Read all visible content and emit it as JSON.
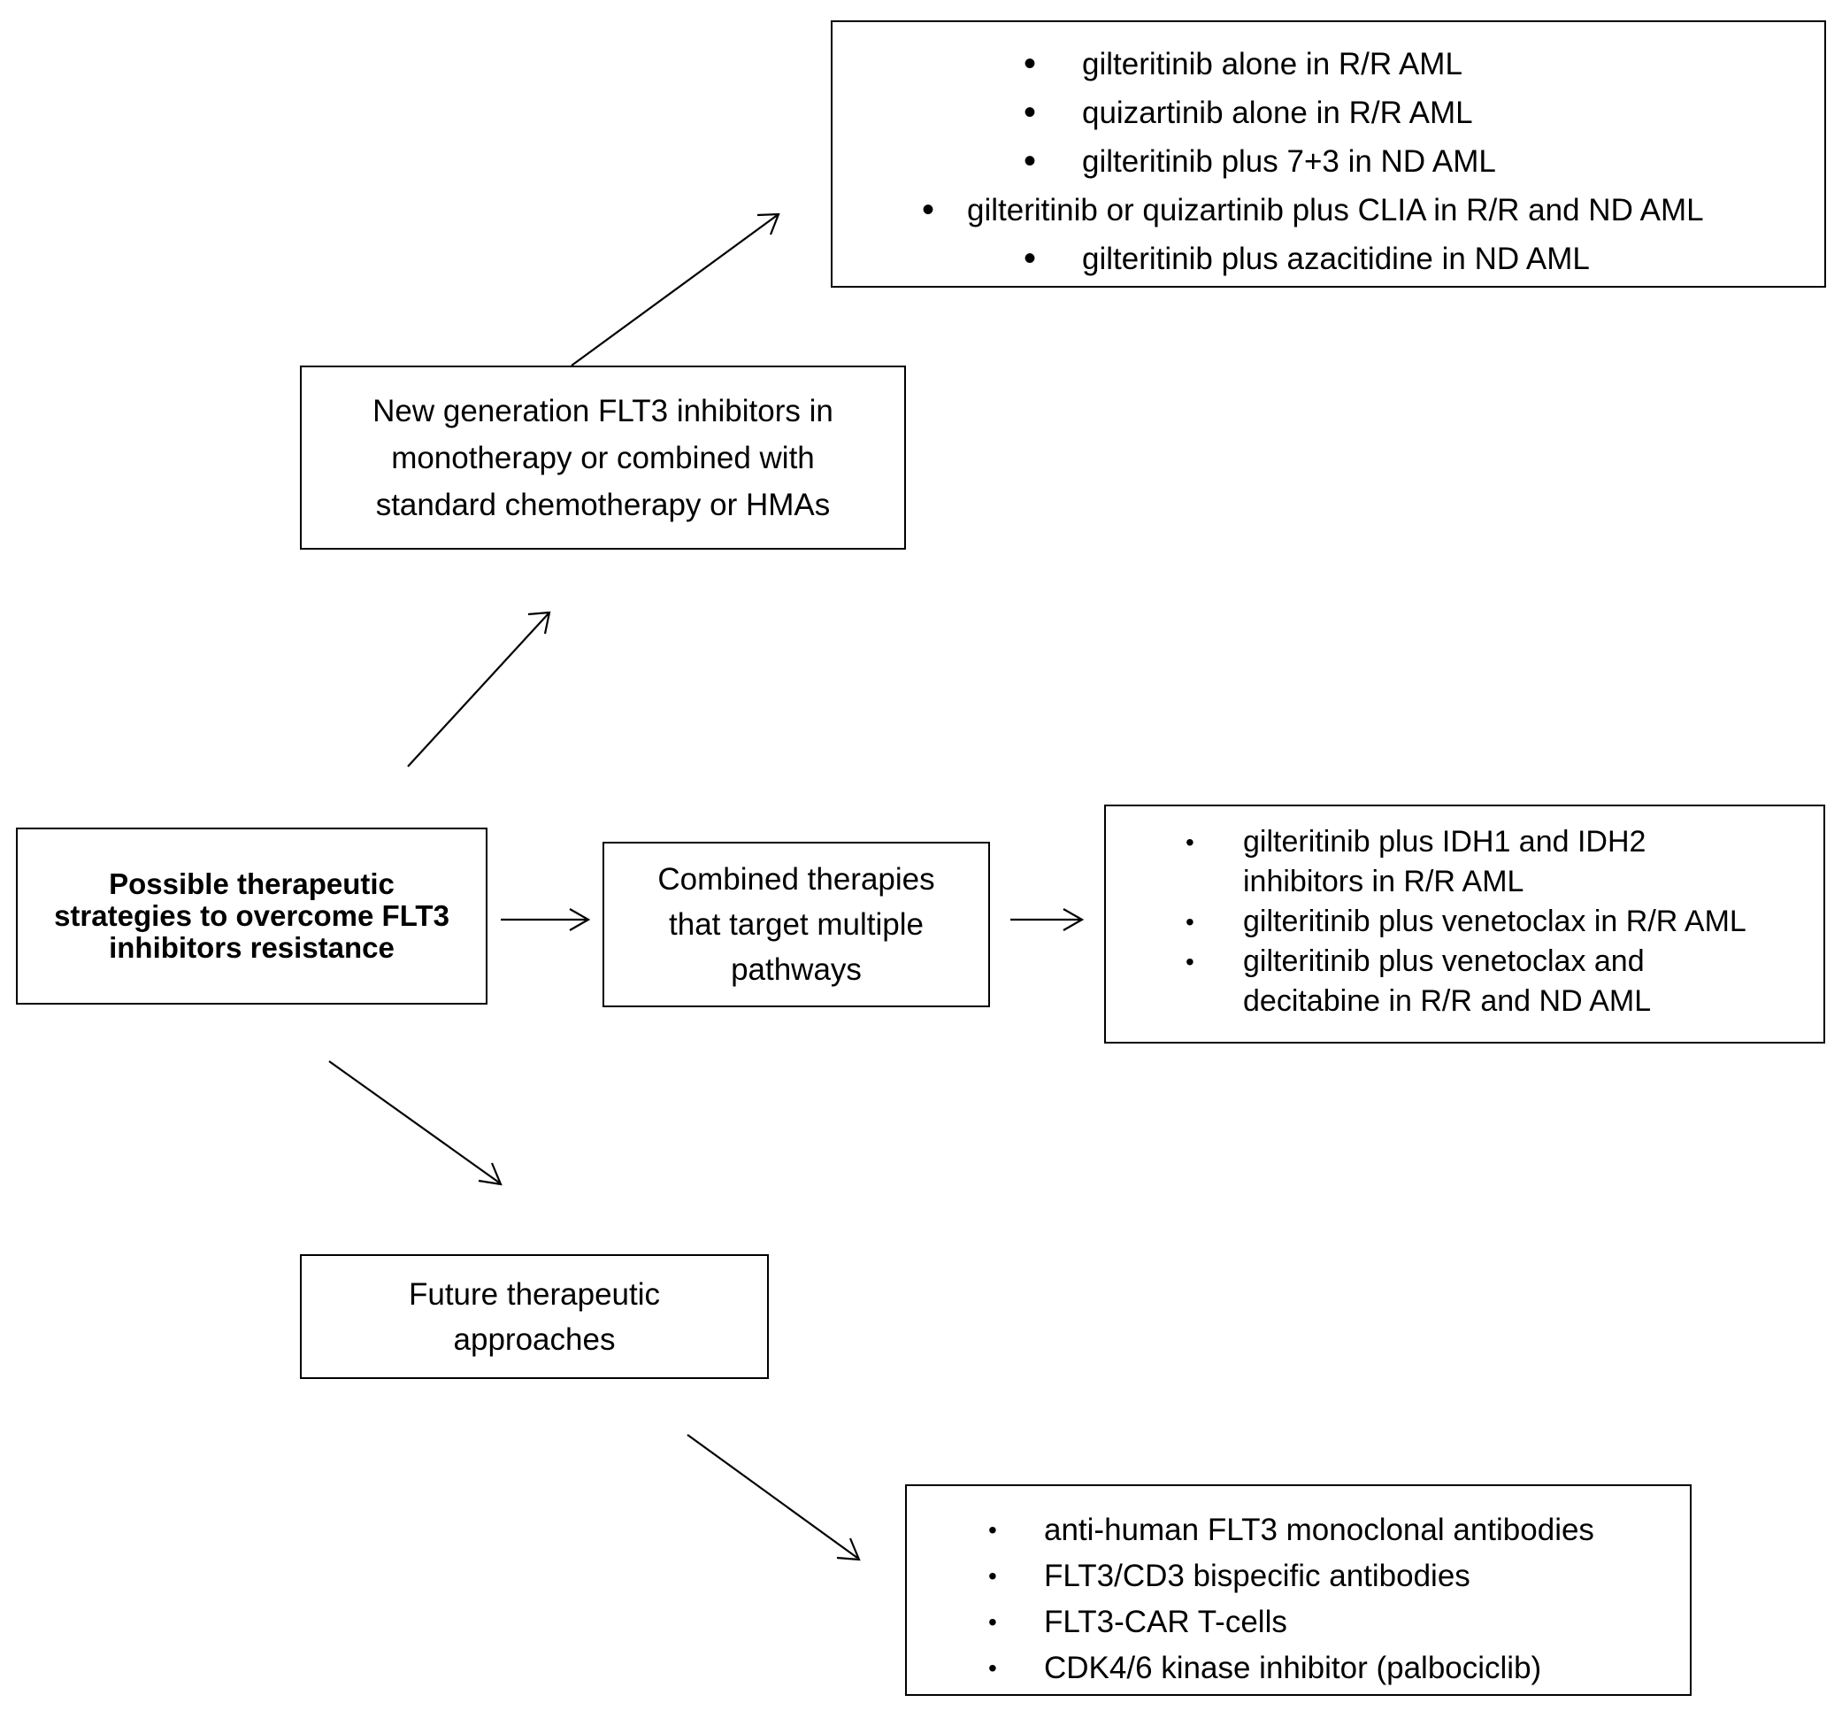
{
  "root": {
    "label_lines": [
      "Possible therapeutic",
      "strategies to overcome FLT3",
      "inhibitors resistance"
    ]
  },
  "branches": {
    "new_generation": {
      "label_lines": [
        "New generation FLT3 inhibitors in",
        "monotherapy or combined with",
        "standard chemotherapy or HMAs"
      ]
    },
    "combined": {
      "label_lines": [
        "Combined therapies",
        "that target multiple",
        "pathways"
      ]
    },
    "future": {
      "label_lines": [
        "Future therapeutic",
        "approaches"
      ]
    }
  },
  "lists": {
    "new_generation_items": [
      "gilteritinib alone in R/R AML",
      "quizartinib alone in R/R AML",
      "gilteritinib plus 7+3 in ND AML",
      "gilteritinib or quizartinib plus CLIA in R/R and ND AML",
      "gilteritinib plus azacitidine in ND AML"
    ],
    "combined_items": [
      "gilteritinib plus IDH1 and IDH2 inhibitors in R/R AML",
      "gilteritinib plus venetoclax in R/R AML",
      "gilteritinib plus venetoclax and decitabine in R/R and ND AML"
    ],
    "future_items": [
      "anti-human FLT3 monoclonal antibodies",
      "FLT3/CD3 bispecific antibodies",
      "FLT3-CAR T-cells",
      "CDK4/6 kinase inhibitor (palbociclib)"
    ],
    "bullet_glyph": "•"
  }
}
